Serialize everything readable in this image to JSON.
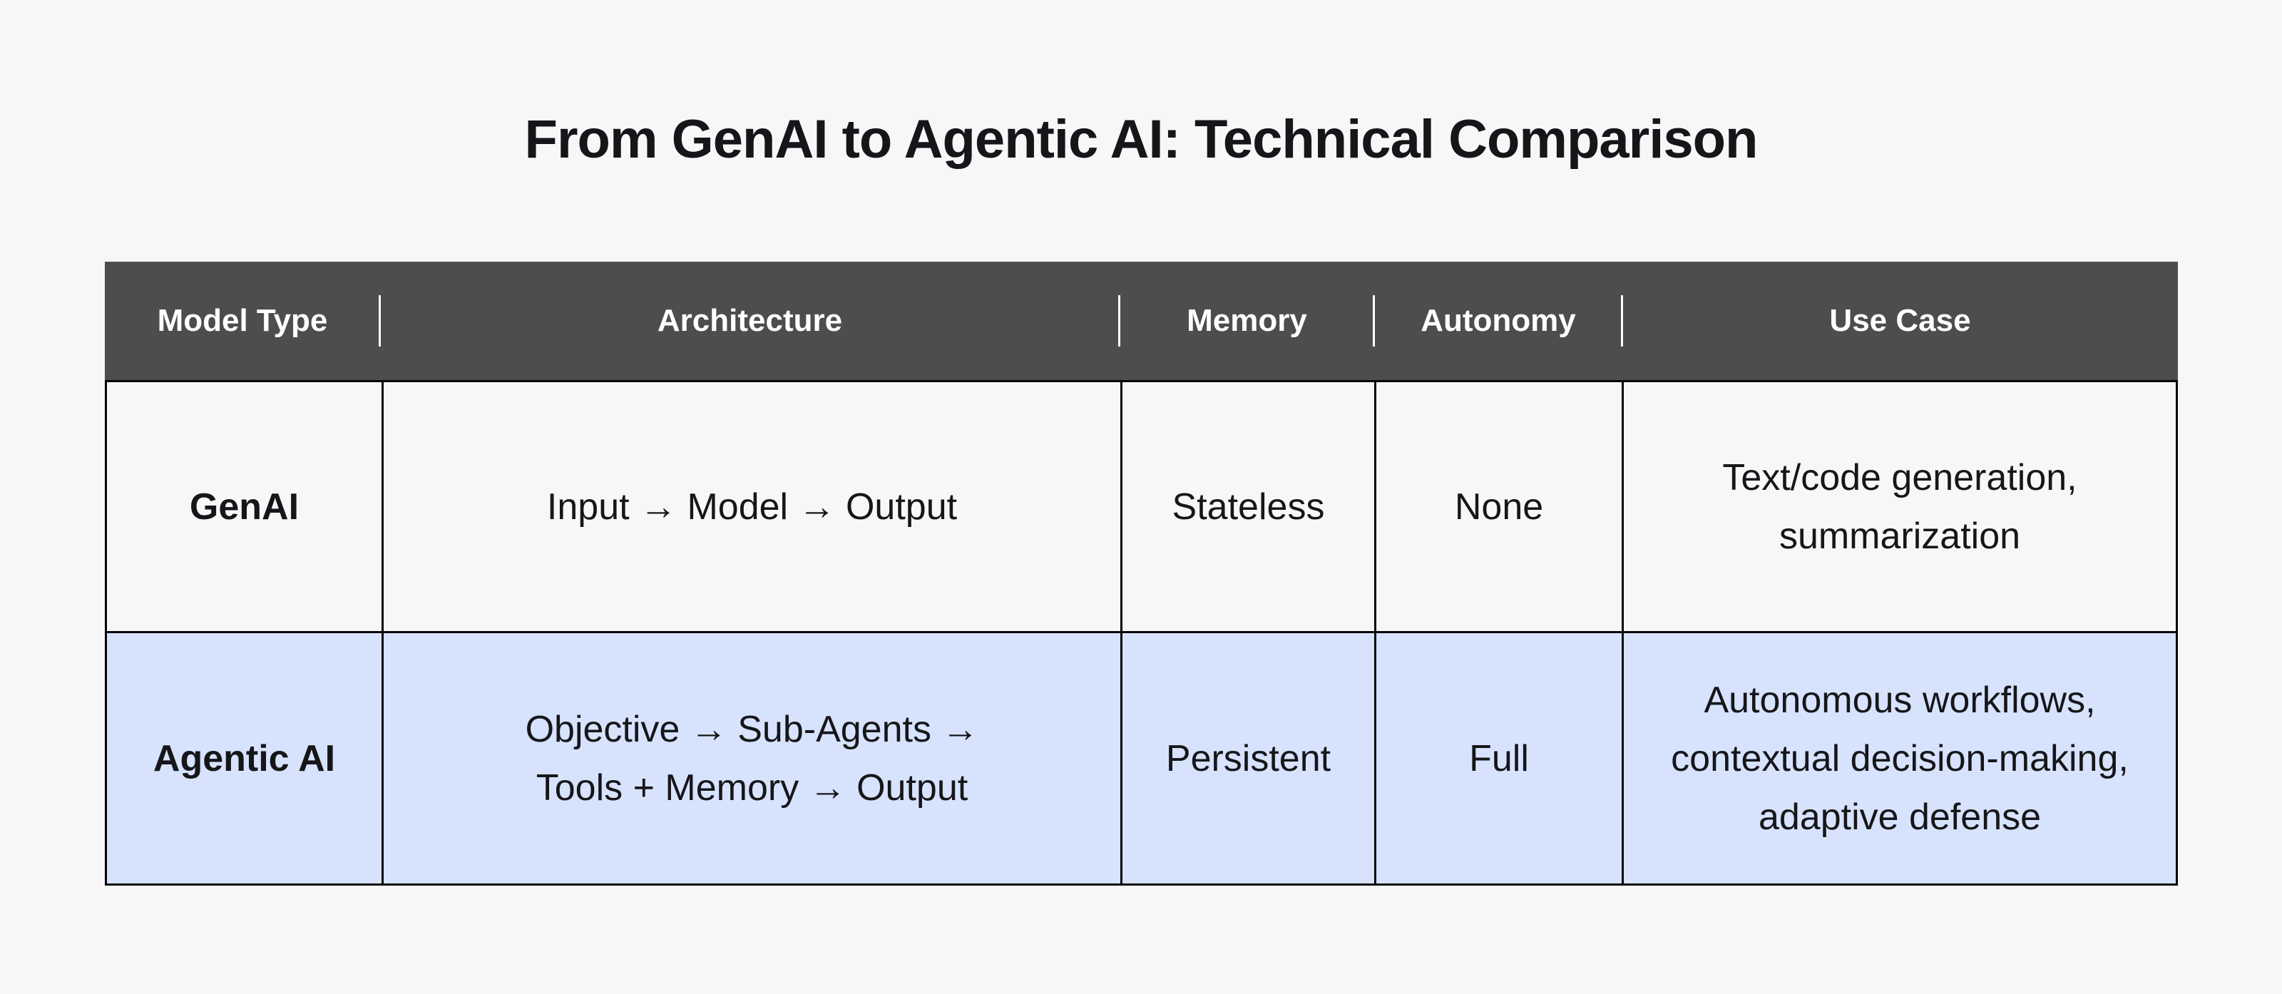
{
  "title": "From GenAI to Agentic AI: Technical Comparison",
  "colors": {
    "page_background": "#f7f7f8",
    "header_background": "#4d4d4f",
    "header_text": "#ffffff",
    "highlight_row_background": "#d7e3fc",
    "grid_border": "#050505",
    "body_text": "#16161a"
  },
  "chart_data": {
    "type": "table",
    "title": "From GenAI to Agentic AI: Technical Comparison",
    "columns": [
      "Model Type",
      "Architecture",
      "Memory",
      "Autonomy",
      "Use Case"
    ],
    "rows": [
      [
        "GenAI",
        "Input → Model → Output",
        "Stateless",
        "None",
        "Text/code generation, summarization"
      ],
      [
        "Agentic AI",
        "Objective → Sub-Agents → Tools + Memory → Output",
        "Persistent",
        "Full",
        "Autonomous workflows, contextual decision-making, adaptive defense"
      ]
    ],
    "layout_hints": {
      "highlighted_row_index": 1,
      "header_style": "dark-bar-with-short-white-dividers",
      "first_column_bold": true,
      "grid": "black-outline-and-inner-lines-on-body-only"
    }
  }
}
